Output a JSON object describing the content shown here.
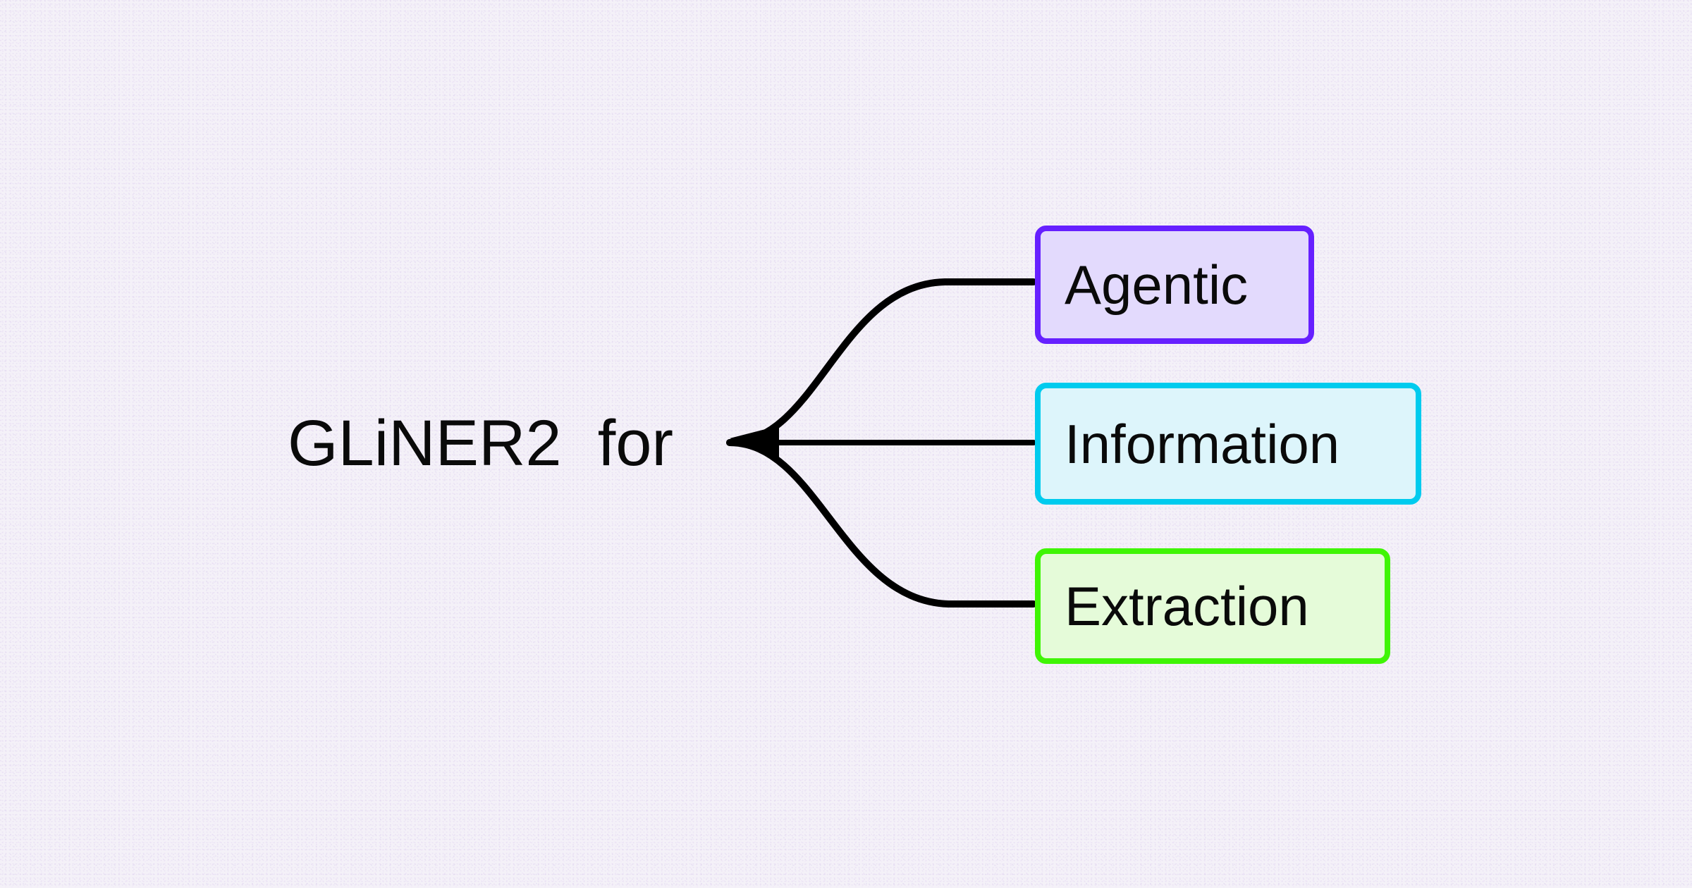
{
  "diagram": {
    "type": "mindmap",
    "orientation": "left-to-right",
    "background_color": "#f4f1f8",
    "edge_color": "#000000",
    "root": {
      "label": "GLiNER2  for",
      "text_color": "#0a0a0a"
    },
    "branches": [
      {
        "id": "agentic",
        "label": "Agentic",
        "border_color": "#6620ff",
        "fill_color": "#e3dafd",
        "text_color": "#0a0a0a",
        "edge_shape": "curved-up"
      },
      {
        "id": "information",
        "label": "Information",
        "border_color": "#00cbee",
        "fill_color": "#ddf5fb",
        "text_color": "#0a0a0a",
        "edge_shape": "straight"
      },
      {
        "id": "extraction",
        "label": "Extraction",
        "border_color": "#3ff505",
        "fill_color": "#e5fbd9",
        "text_color": "#0a0a0a",
        "edge_shape": "curved-down"
      }
    ]
  }
}
